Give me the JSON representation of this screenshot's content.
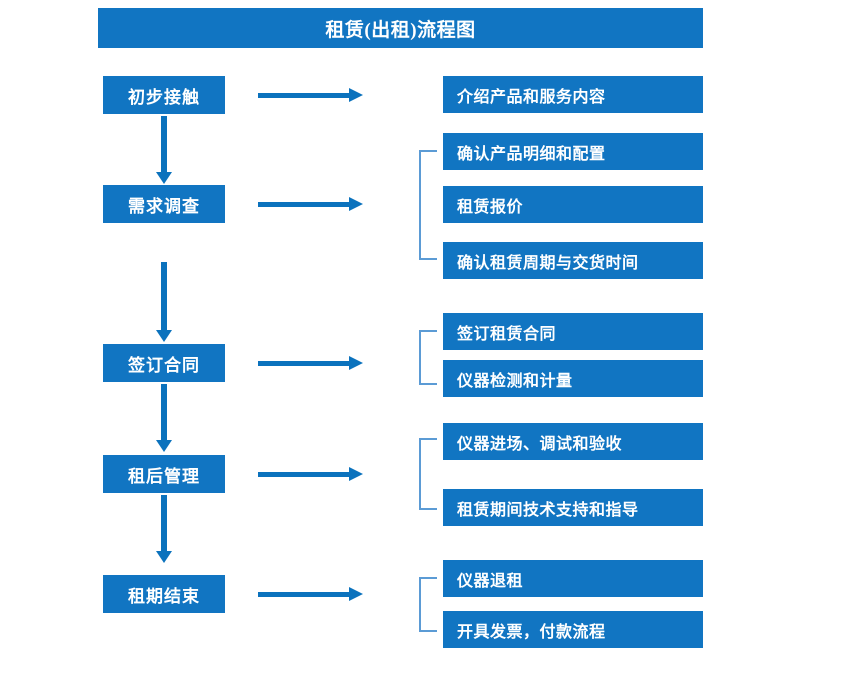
{
  "header": {
    "title": "租赁(出租)流程图"
  },
  "colors": {
    "box_fill": "#1175c2",
    "box_text": "#ffffff",
    "arrow": "#0b72bd",
    "bracket": "#5b9bd5",
    "background": "#ffffff"
  },
  "stages": [
    {
      "label": "初步接触"
    },
    {
      "label": "需求调查"
    },
    {
      "label": "签订合同"
    },
    {
      "label": "租后管理"
    },
    {
      "label": "租期结束"
    }
  ],
  "details": {
    "group1": [
      {
        "label": "介绍产品和服务内容"
      }
    ],
    "group2": [
      {
        "label": "确认产品明细和配置"
      },
      {
        "label": "租赁报价"
      },
      {
        "label": "确认租赁周期与交货时间"
      }
    ],
    "group3": [
      {
        "label": "签订租赁合同"
      },
      {
        "label": "仪器检测和计量"
      }
    ],
    "group4": [
      {
        "label": "仪器进场、调试和验收"
      },
      {
        "label": "租赁期间技术支持和指导"
      }
    ],
    "group5": [
      {
        "label": "仪器退租"
      },
      {
        "label": "开具发票，付款流程"
      }
    ]
  }
}
